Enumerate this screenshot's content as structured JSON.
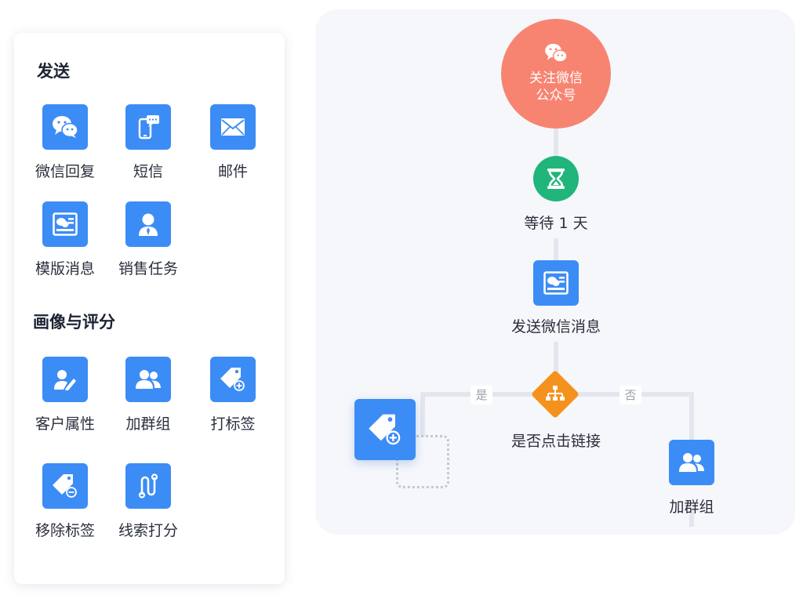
{
  "palette": {
    "send_section": {
      "title": "发送",
      "items": [
        {
          "label": "微信回复",
          "icon": "wechat-icon"
        },
        {
          "label": "短信",
          "icon": "sms-phone-icon"
        },
        {
          "label": "邮件",
          "icon": "mail-icon"
        },
        {
          "label": "模版消息",
          "icon": "template-message-icon"
        },
        {
          "label": "销售任务",
          "icon": "salesperson-icon"
        }
      ]
    },
    "profile_section": {
      "title": "画像与评分",
      "items": [
        {
          "label": "客户属性",
          "icon": "customer-edit-icon"
        },
        {
          "label": "加群组",
          "icon": "group-users-icon"
        },
        {
          "label": "打标签",
          "icon": "tag-add-icon"
        },
        {
          "label": "移除标签",
          "icon": "tag-remove-icon"
        },
        {
          "label": "线索打分",
          "icon": "lead-score-icon"
        }
      ]
    }
  },
  "flow": {
    "trigger": {
      "line1": "关注微信",
      "line2": "公众号",
      "icon": "wechat-icon"
    },
    "wait": {
      "label": "等待 1 天",
      "icon": "hourglass-icon"
    },
    "send_message": {
      "label": "发送微信消息",
      "icon": "template-message-icon"
    },
    "branch": {
      "label": "是否点击链接",
      "yes": "是",
      "no": "否",
      "icon": "org-branch-icon"
    },
    "dragging_node": {
      "icon": "tag-add-icon"
    },
    "add_group": {
      "label": "加群组",
      "icon": "group-users-icon"
    }
  },
  "colors": {
    "accent_blue": "#3c8cf5",
    "trigger_red": "#f78471",
    "wait_green": "#1fb57b",
    "branch_orange": "#f5921e",
    "canvas_bg": "#f6f7fb",
    "edge": "#e4e6ef"
  }
}
